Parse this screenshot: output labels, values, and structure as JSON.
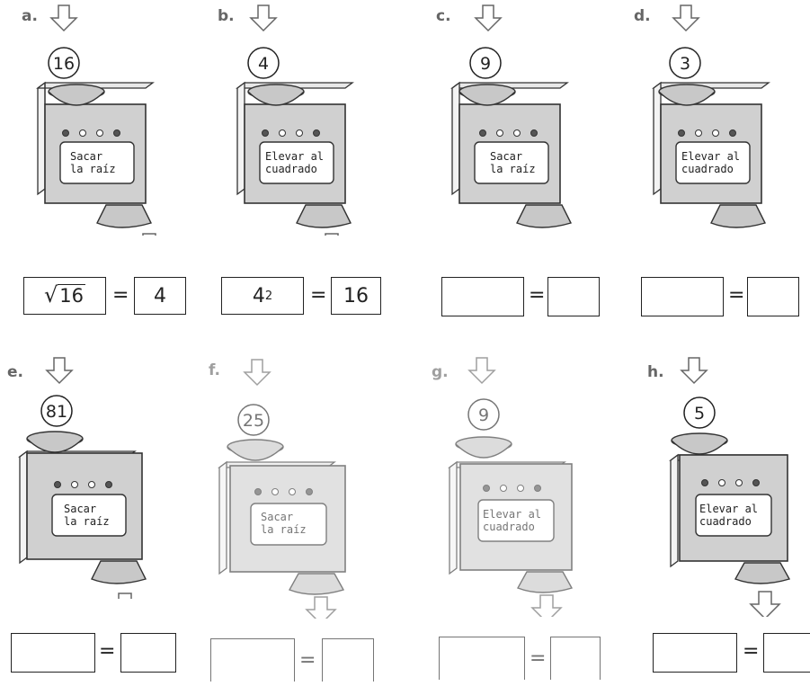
{
  "problems": [
    {
      "letter": "a.",
      "input": "16",
      "label_line1": "Sacar",
      "label_line2": "la raíz",
      "left": "√16",
      "right": "4"
    },
    {
      "letter": "b.",
      "input": "4",
      "label_line1": "Elevar al",
      "label_line2": "cuadrado",
      "left_base": "4",
      "left_exp": "2",
      "right": "16"
    },
    {
      "letter": "c.",
      "input": "9",
      "label_line1": "Sacar",
      "label_line2": "la raíz",
      "left": "",
      "right": ""
    },
    {
      "letter": "d.",
      "input": "3",
      "label_line1": "Elevar al",
      "label_line2": "cuadrado",
      "left": "",
      "right": ""
    },
    {
      "letter": "e.",
      "input": "81",
      "label_line1": "Sacar",
      "label_line2": "la raíz",
      "left": "",
      "right": ""
    },
    {
      "letter": "f.",
      "input": "25",
      "label_line1": "Sacar",
      "label_line2": "la raíz",
      "left": "",
      "right": ""
    },
    {
      "letter": "g.",
      "input": "9",
      "label_line1": "Elevar al",
      "label_line2": "cuadrado",
      "left": "",
      "right": ""
    },
    {
      "letter": "h.",
      "input": "5",
      "label_line1": "Elevar al",
      "label_line2": "cuadrado",
      "left": "",
      "right": ""
    }
  ],
  "equals_sign": "=",
  "sqrt_symbol": "√",
  "radicand_a": "16"
}
